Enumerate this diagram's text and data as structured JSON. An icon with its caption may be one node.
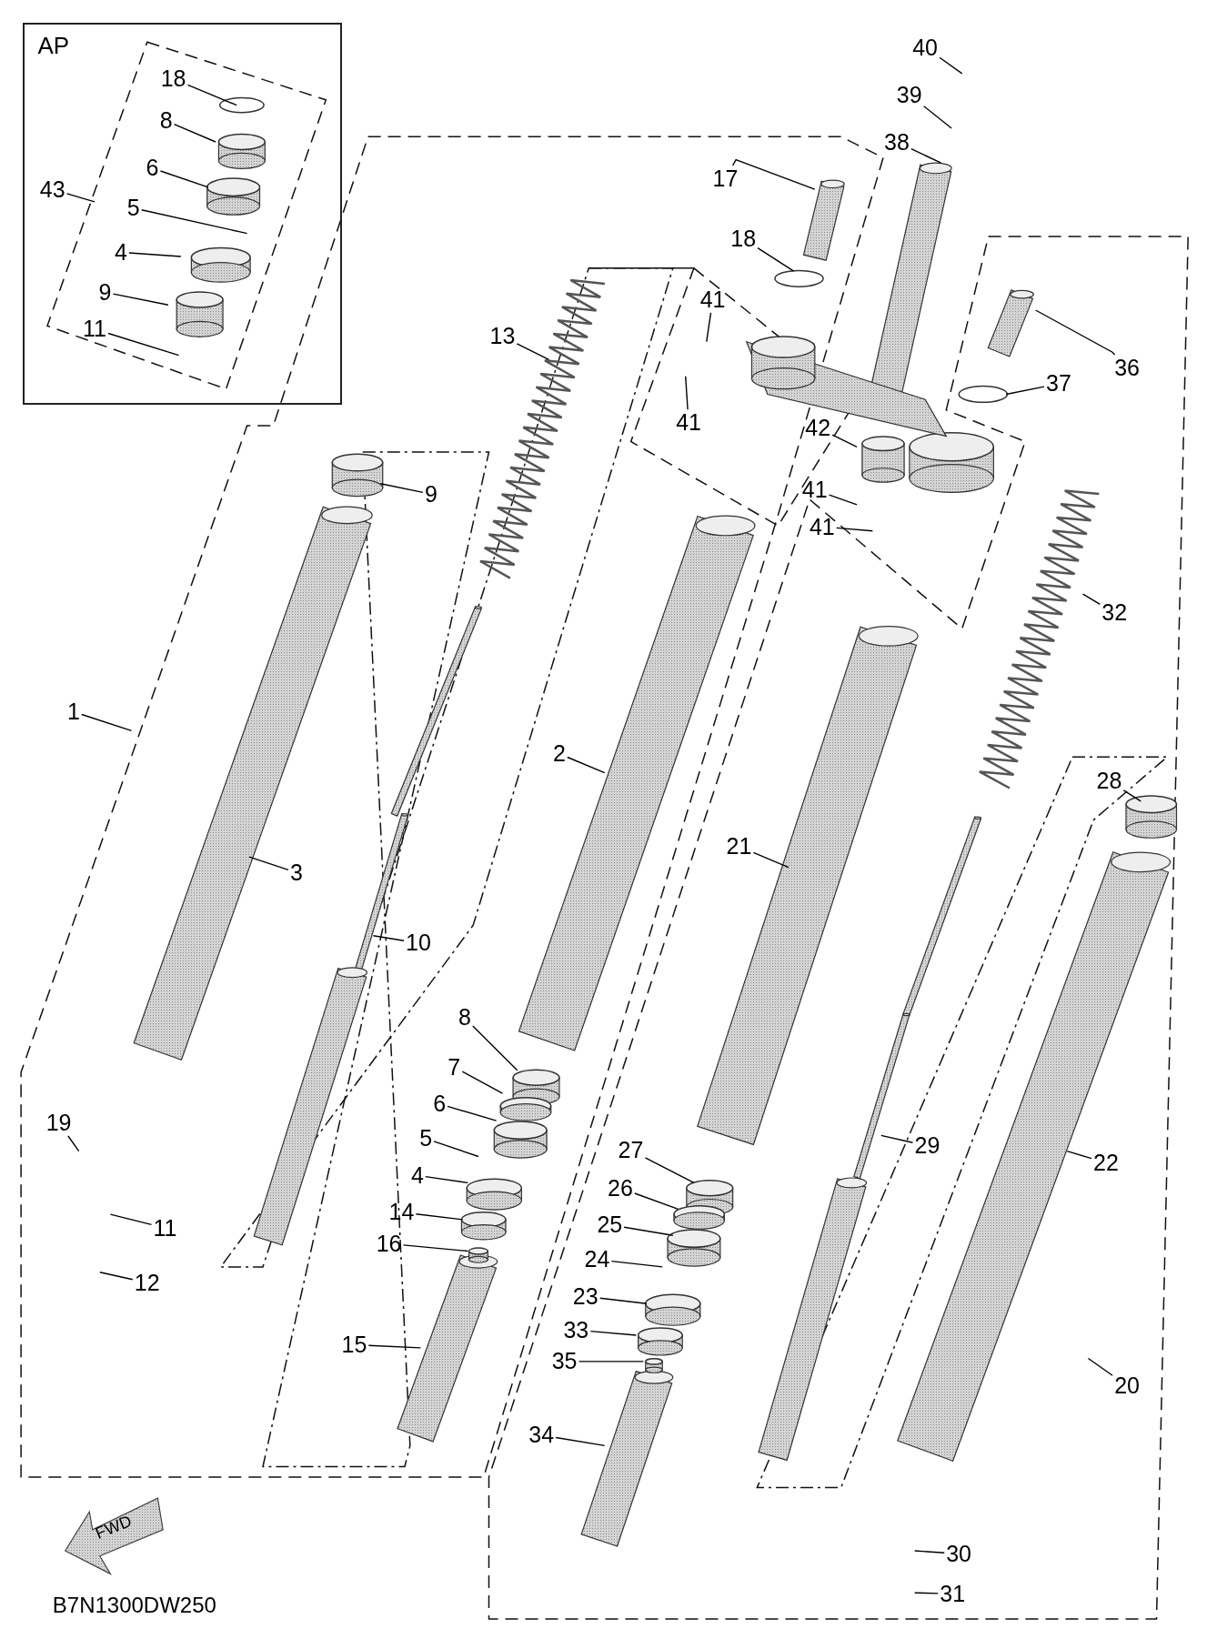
{
  "diagram": {
    "nodes": [
      {
        "text": [
          "AP"
        ]
      },
      {
        "text": [
          "18"
        ],
        "in": 0
      },
      {
        "text": [
          "8"
        ],
        "in": 0
      },
      {
        "text": [
          "6"
        ],
        "in": 0
      },
      {
        "text": [
          "5"
        ],
        "in": 0
      },
      {
        "text": [
          "4"
        ],
        "in": 0
      },
      {
        "text": [
          "9"
        ],
        "in": 0
      },
      {
        "text": [
          "11"
        ],
        "in": 0
      },
      {
        "text": [
          "43"
        ],
        "in": 0
      },
      {
        "text": [
          "40"
        ]
      },
      {
        "text": [
          "39"
        ]
      },
      {
        "text": [
          "38"
        ]
      },
      {
        "text": [
          "17"
        ]
      },
      {
        "text": [
          "18"
        ]
      },
      {
        "text": [
          "41"
        ]
      },
      {
        "text": [
          "13"
        ]
      },
      {
        "text": [
          "36"
        ]
      },
      {
        "text": [
          "37"
        ]
      },
      {
        "text": [
          "41"
        ]
      },
      {
        "text": [
          "42"
        ]
      },
      {
        "text": [
          "9"
        ]
      },
      {
        "text": [
          "41"
        ]
      },
      {
        "text": [
          "41"
        ]
      },
      {
        "text": [
          "32"
        ]
      },
      {
        "text": [
          "1"
        ]
      },
      {
        "text": [
          "2"
        ]
      },
      {
        "text": [
          "28"
        ]
      },
      {
        "text": [
          "21"
        ]
      },
      {
        "text": [
          "3"
        ]
      },
      {
        "text": [
          "10"
        ]
      },
      {
        "text": [
          "8"
        ]
      },
      {
        "text": [
          "7"
        ]
      },
      {
        "text": [
          "6"
        ]
      },
      {
        "text": [
          "19"
        ]
      },
      {
        "text": [
          "5"
        ]
      },
      {
        "text": [
          "27"
        ]
      },
      {
        "text": [
          "29"
        ]
      },
      {
        "text": [
          "22"
        ]
      },
      {
        "text": [
          "4"
        ]
      },
      {
        "text": [
          "26"
        ]
      },
      {
        "text": [
          "14"
        ]
      },
      {
        "text": [
          "11"
        ]
      },
      {
        "text": [
          "25"
        ]
      },
      {
        "text": [
          "16"
        ]
      },
      {
        "text": [
          "24"
        ]
      },
      {
        "text": [
          "12"
        ]
      },
      {
        "text": [
          "23"
        ]
      },
      {
        "text": [
          "33"
        ]
      },
      {
        "text": [
          "15"
        ]
      },
      {
        "text": [
          "35"
        ]
      },
      {
        "text": [
          "20"
        ]
      },
      {
        "text": [
          "34"
        ]
      },
      {
        "text": [
          "30"
        ]
      },
      {
        "text": [
          "31"
        ]
      }
    ],
    "edges": [
      {
        "from": 1,
        "to": null,
        "arrow": "none"
      },
      {
        "from": 2,
        "to": null,
        "arrow": "none"
      },
      {
        "from": 3,
        "to": null,
        "arrow": "none"
      },
      {
        "from": 4,
        "to": null,
        "arrow": "none"
      },
      {
        "from": 5,
        "to": null,
        "arrow": "none"
      },
      {
        "from": 6,
        "to": null,
        "arrow": "none"
      },
      {
        "from": 7,
        "to": null,
        "arrow": "none"
      },
      {
        "from": 8,
        "to": null,
        "arrow": "none"
      },
      {
        "from": 9,
        "to": null,
        "arrow": "none"
      },
      {
        "from": 10,
        "to": null,
        "arrow": "none"
      },
      {
        "from": 11,
        "to": null,
        "arrow": "none"
      },
      {
        "from": 12,
        "to": null,
        "arrow": "none"
      },
      {
        "from": 13,
        "to": null,
        "arrow": "none"
      },
      {
        "from": 14,
        "to": null,
        "arrow": "none"
      },
      {
        "from": 15,
        "to": null,
        "arrow": "none"
      },
      {
        "from": 16,
        "to": null,
        "arrow": "none"
      },
      {
        "from": 17,
        "to": null,
        "arrow": "none"
      },
      {
        "from": 18,
        "to": null,
        "arrow": "none"
      },
      {
        "from": 19,
        "to": null,
        "arrow": "none"
      },
      {
        "from": 20,
        "to": null,
        "arrow": "none"
      },
      {
        "from": 21,
        "to": null,
        "arrow": "none"
      },
      {
        "from": 22,
        "to": null,
        "arrow": "none"
      },
      {
        "from": 23,
        "to": null,
        "arrow": "none"
      },
      {
        "from": 24,
        "to": null,
        "arrow": "none"
      },
      {
        "from": 25,
        "to": null,
        "arrow": "none"
      },
      {
        "from": 26,
        "to": null,
        "arrow": "none"
      },
      {
        "from": 27,
        "to": null,
        "arrow": "none"
      },
      {
        "from": 28,
        "to": null,
        "arrow": "none"
      },
      {
        "from": 29,
        "to": null,
        "arrow": "none"
      },
      {
        "from": 30,
        "to": null,
        "arrow": "none"
      },
      {
        "from": 31,
        "to": null,
        "arrow": "none"
      },
      {
        "from": 32,
        "to": null,
        "arrow": "none"
      },
      {
        "from": 33,
        "to": null,
        "arrow": "none"
      },
      {
        "from": 34,
        "to": null,
        "arrow": "none"
      },
      {
        "from": 35,
        "to": null,
        "arrow": "none"
      },
      {
        "from": 36,
        "to": null,
        "arrow": "none"
      },
      {
        "from": 37,
        "to": null,
        "arrow": "none"
      },
      {
        "from": 38,
        "to": null,
        "arrow": "none"
      },
      {
        "from": 39,
        "to": null,
        "arrow": "none"
      },
      {
        "from": 40,
        "to": null,
        "arrow": "none"
      },
      {
        "from": 41,
        "to": null,
        "arrow": "none"
      },
      {
        "from": 42,
        "to": null,
        "arrow": "none"
      },
      {
        "from": 43,
        "to": null,
        "arrow": "none"
      },
      {
        "from": 44,
        "to": null,
        "arrow": "none"
      },
      {
        "from": 45,
        "to": null,
        "arrow": "none"
      },
      {
        "from": 46,
        "to": null,
        "arrow": "none"
      },
      {
        "from": 47,
        "to": null,
        "arrow": "none"
      },
      {
        "from": 48,
        "to": null,
        "arrow": "none"
      },
      {
        "from": 49,
        "to": null,
        "arrow": "none"
      },
      {
        "from": 50,
        "to": null,
        "arrow": "none"
      },
      {
        "from": 51,
        "to": null,
        "arrow": "none"
      },
      {
        "from": 52,
        "to": null,
        "arrow": "none"
      },
      {
        "from": 53,
        "to": null,
        "arrow": "none"
      }
    ],
    "labels": [
      "FWD",
      "B7N1300DW250"
    ]
  }
}
